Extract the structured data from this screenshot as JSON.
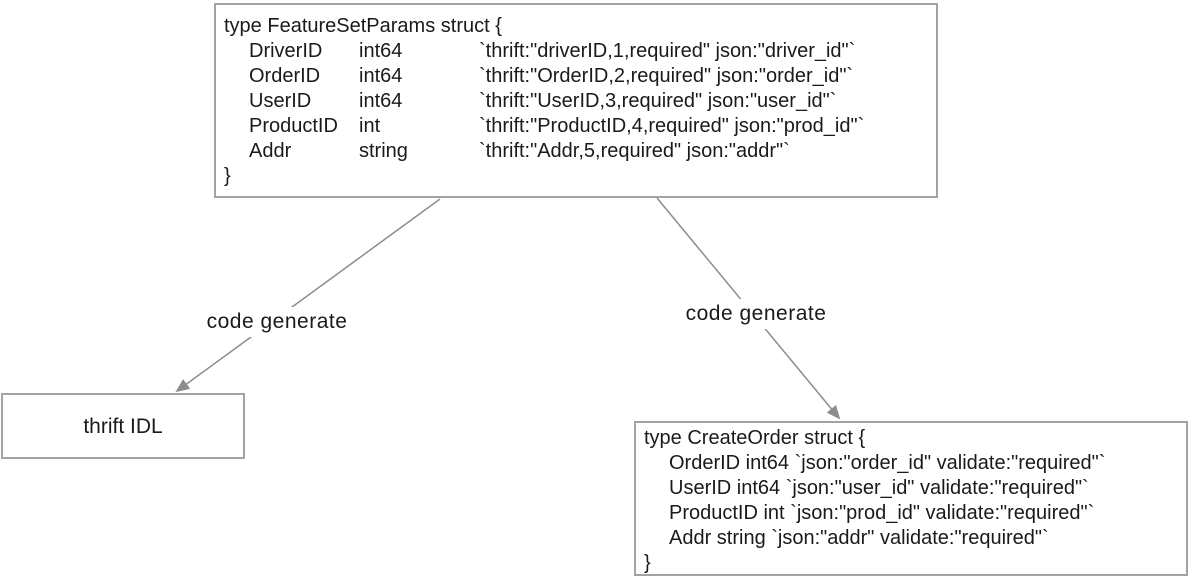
{
  "canvas": {
    "background": "#ffffff",
    "box_border_color": "#a3a3a3",
    "arrow_color": "#8c8c8c",
    "text_color": "#1a1a1a"
  },
  "source_struct": {
    "header": "type FeatureSetParams struct {",
    "fields": [
      {
        "name": "DriverID",
        "type": "int64",
        "tag": "`thrift:\"driverID,1,required\" json:\"driver_id\"`"
      },
      {
        "name": "OrderID",
        "type": "int64",
        "tag": "`thrift:\"OrderID,2,required\" json:\"order_id\"`"
      },
      {
        "name": "UserID",
        "type": "int64",
        "tag": "`thrift:\"UserID,3,required\" json:\"user_id\"`"
      },
      {
        "name": "ProductID",
        "type": "int",
        "tag": "`thrift:\"ProductID,4,required\" json:\"prod_id\"`"
      },
      {
        "name": "Addr",
        "type": "string",
        "tag": "`thrift:\"Addr,5,required\" json:\"addr\"`"
      }
    ],
    "footer": "}"
  },
  "arrows": {
    "left": {
      "label": "code generate"
    },
    "right": {
      "label": "code generate"
    }
  },
  "thrift_idl_box": {
    "label": "thrift IDL"
  },
  "generated_struct": {
    "header": "type CreateOrder struct {",
    "fields": [
      "OrderID int64 `json:\"order_id\" validate:\"required\"`",
      "UserID int64 `json:\"user_id\" validate:\"required\"`",
      "ProductID int `json:\"prod_id\" validate:\"required\"`",
      "Addr string `json:\"addr\" validate:\"required\"`"
    ],
    "footer": "}"
  }
}
